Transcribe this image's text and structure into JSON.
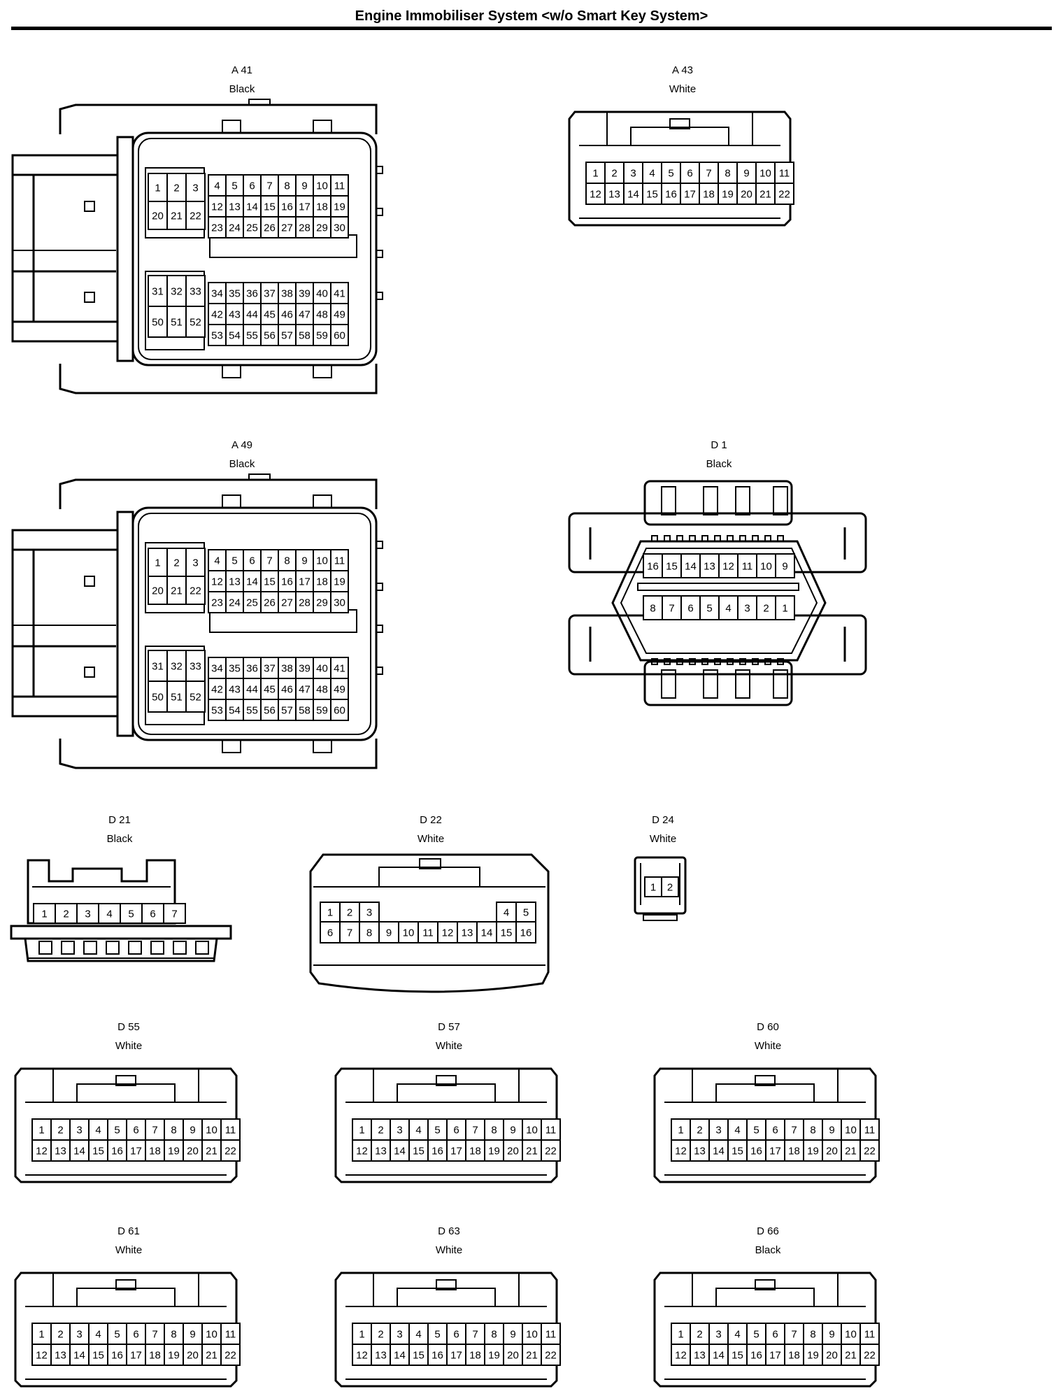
{
  "title": "Engine Immobiliser System <w/o Smart Key System>",
  "connectors": [
    {
      "id": "A 41",
      "color": "Black",
      "type": "ecu60"
    },
    {
      "id": "A 43",
      "color": "White",
      "type": "c22"
    },
    {
      "id": "A 49",
      "color": "Black",
      "type": "ecu60"
    },
    {
      "id": "D 1",
      "color": "Black",
      "type": "dlc16"
    },
    {
      "id": "D 21",
      "color": "Black",
      "type": "c7"
    },
    {
      "id": "D 22",
      "color": "White",
      "type": "c16"
    },
    {
      "id": "D 24",
      "color": "White",
      "type": "c2"
    },
    {
      "id": "D 55",
      "color": "White",
      "type": "c22"
    },
    {
      "id": "D 57",
      "color": "White",
      "type": "c22"
    },
    {
      "id": "D 60",
      "color": "White",
      "type": "c22"
    },
    {
      "id": "D 61",
      "color": "White",
      "type": "c22"
    },
    {
      "id": "D 63",
      "color": "White",
      "type": "c22"
    },
    {
      "id": "D 66",
      "color": "Black",
      "type": "c22"
    }
  ]
}
